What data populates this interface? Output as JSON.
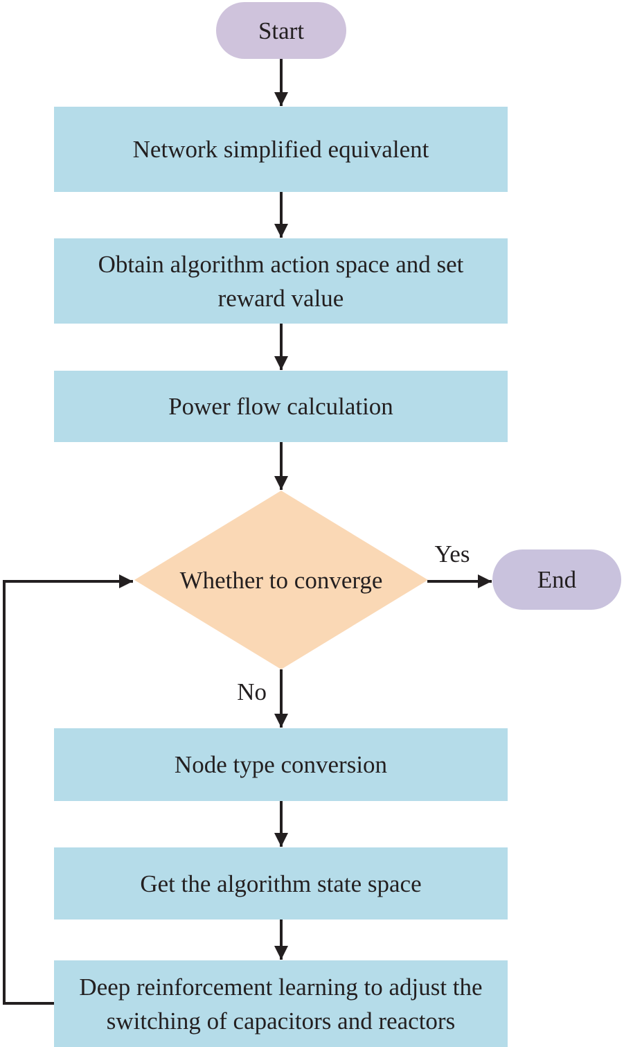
{
  "flowchart": {
    "nodes": {
      "start": "Start",
      "network_equivalent": "Network simplified equivalent",
      "action_space": "Obtain algorithm action space and set\nreward value",
      "power_flow": "Power flow calculation",
      "convergence_decision": "Whether to converge",
      "end": "End",
      "node_type_conversion": "Node type conversion",
      "state_space": "Get the algorithm state space",
      "deep_rl": "Deep reinforcement learning to adjust the\nswitching of capacitors and reactors"
    },
    "edge_labels": {
      "yes": "Yes",
      "no": "No"
    },
    "colors": {
      "terminal_fill_start": "#cfc3dc",
      "terminal_fill_end": "#c9c2dd",
      "process_fill": "#b5dce9",
      "decision_fill": "#fad8b5",
      "connector": "#231f20",
      "text": "#231f20",
      "background": "#ffffff"
    }
  }
}
